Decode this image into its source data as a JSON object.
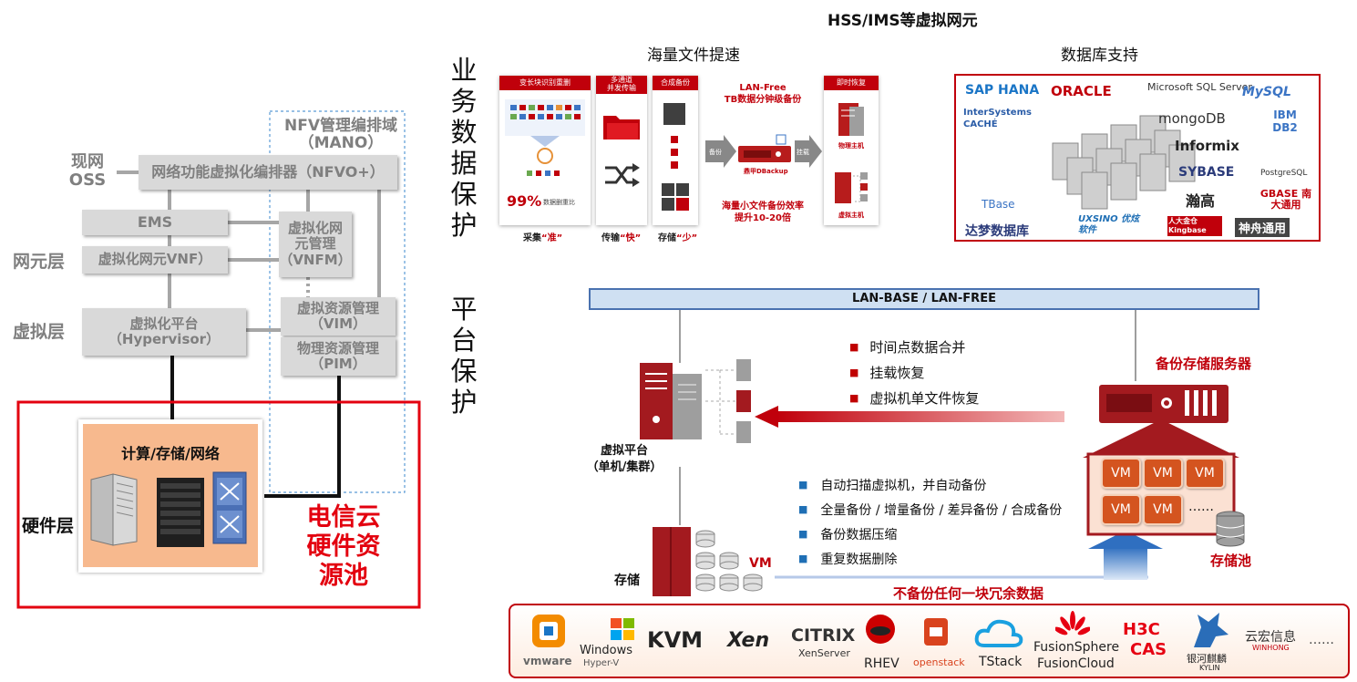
{
  "top_title": "HSS/IMS等虚拟网元",
  "left": {
    "mano_label": "NFV管理编排域\n（MANO）",
    "oss": "现网\nOSS",
    "nfvo": "网络功能虚拟化编排器（NFVO+）",
    "ems": "EMS",
    "vnf": "虚拟化网元VNF）",
    "vnfm": "虚拟化网\n元管理\n（VNFM）",
    "vim": "虚拟资源管理\n（VIM）",
    "pim": "物理资源管理\n（PIM）",
    "hypervisor": "虚拟化平台\n（Hypervisor）",
    "layer_ne": "网元层",
    "layer_virtual": "虚拟层",
    "layer_hw": "硬件层",
    "hw_title": "计算/存储/网络",
    "pool_label": "电信云\n硬件资\n源池",
    "colors": {
      "red": "#e3000f",
      "hw_bg": "#f7b98e",
      "gray_box": "#d9d9d9"
    }
  },
  "business": {
    "vertical_label": [
      "业",
      "务",
      "数",
      "据",
      "保",
      "护"
    ],
    "file_title": "海量文件提速",
    "db_title": "数据库支持",
    "panels": {
      "p1_head": "变长块识别重删",
      "p2_head": "多通道\n并发传输",
      "p3_head": "合成备份",
      "p4_head": "即时恢复",
      "pct": "99%",
      "pct_text": "数据删重比",
      "cap1": "采集",
      "cap1_em": "“准”",
      "cap2": "传输",
      "cap2_em": "“快”",
      "cap3": "存储",
      "cap3_em": "“少”",
      "lan_free": "LAN-Free\nTB数据分钟级备份",
      "backup": "备份",
      "mount": "挂载",
      "dbackup": "鼎甲DBackup",
      "small_file": "海量小文件备份效率\n提升10-20倍",
      "phys_host": "物理主机",
      "virt_host": "虚拟主机"
    },
    "db_logos": [
      "SAP HANA",
      "ORACLE",
      "Microsoft SQL Server",
      "MySQL",
      "InterSystems CACHÉ",
      "mongoDB",
      "IBM DB2",
      "Informix",
      "SYBASE",
      "PostgreSQL",
      "TBase",
      "瀚高",
      "GBASE 南大通用",
      "达梦数据库",
      "UXSINO 优炫软件",
      "人大金仓 Kingbase",
      "神舟通用"
    ]
  },
  "platform": {
    "vertical_label": [
      "平",
      "台",
      "保",
      "护"
    ],
    "lan_bar": "LAN-BASE / LAN-FREE",
    "red_items": [
      "时间点数据合并",
      "挂载恢复",
      "虚拟机单文件恢复"
    ],
    "server_label": "备份存储服务器",
    "vplatform": "虚拟平台\n（单机/集群）",
    "blue_items": [
      "自动扫描虚拟机，并自动备份",
      "全量备份 / 增量备份 / 差异备份 / 合成备份",
      "备份数据压缩",
      "重复数据删除"
    ],
    "storage": "存储",
    "vm_small": "VM",
    "vm_grid": [
      "VM",
      "VM",
      "VM",
      "VM",
      "VM"
    ],
    "more": "……",
    "pool": "存储池",
    "no_redundant": "不备份任何一块冗余数据",
    "virt_logos": [
      "vmware",
      "Windows",
      "Hyper-V",
      "KVM",
      "Xen",
      "CITRIX",
      "XenServer",
      "RHEV",
      "openstack",
      "TStack",
      "FusionSphere",
      "FusionCloud",
      "H3C",
      "CAS",
      "银河麒麟",
      "KYLIN",
      "云宏信息",
      "WINHONG",
      "……"
    ]
  }
}
